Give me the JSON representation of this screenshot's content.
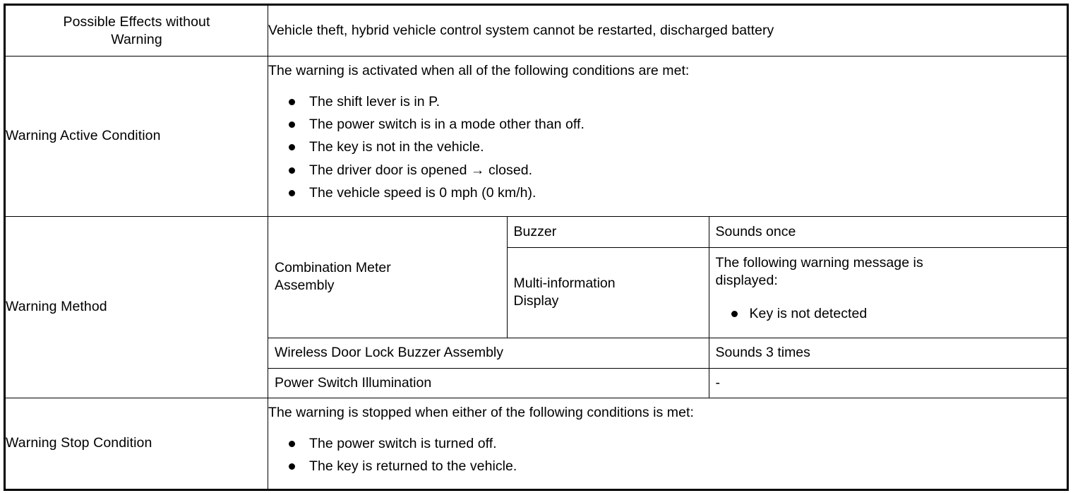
{
  "document": {
    "title": "Warning Specification Table",
    "text_color": "#000000",
    "background_color": "#ffffff",
    "border_color": "#000000"
  },
  "rows": {
    "possible_effects": {
      "label": "Possible Effects without Warning",
      "label_line1": "Possible Effects without",
      "label_line2": "Warning",
      "value": "Vehicle theft, hybrid vehicle control system cannot be restarted, discharged battery"
    },
    "warning_active_condition": {
      "label": "Warning Active Condition",
      "intro": "The warning is activated when all of the following conditions are met:",
      "bullets": [
        "The shift lever is in P.",
        "The power switch is in a mode other than off.",
        "The key is not in the vehicle.",
        "The driver door is opened → closed.",
        "The vehicle speed is 0 mph (0 km/h)."
      ]
    },
    "warning_method": {
      "label": "Warning Method",
      "items": [
        {
          "device": "Combination Meter Assembly",
          "device_line1": "Combination Meter",
          "device_line2": "Assembly",
          "subitems": [
            {
              "name": "Buzzer",
              "result": "Sounds once"
            },
            {
              "name": "Multi-information Display",
              "name_line1": "Multi-information",
              "name_line2": "Display",
              "result_intro": "The following warning message is displayed:",
              "result_intro_line1": "The following warning message is",
              "result_intro_line2": "displayed:",
              "result_bullets": [
                "Key is not detected"
              ]
            }
          ]
        },
        {
          "device": "Wireless Door Lock Buzzer Assembly",
          "result": "Sounds 3 times"
        },
        {
          "device": "Power Switch Illumination",
          "result": "-"
        }
      ]
    },
    "warning_stop_condition": {
      "label": "Warning Stop Condition",
      "intro": "The warning is stopped when either of the following conditions is met:",
      "bullets": [
        "The power switch is turned off.",
        "The key is returned to the vehicle."
      ]
    }
  }
}
